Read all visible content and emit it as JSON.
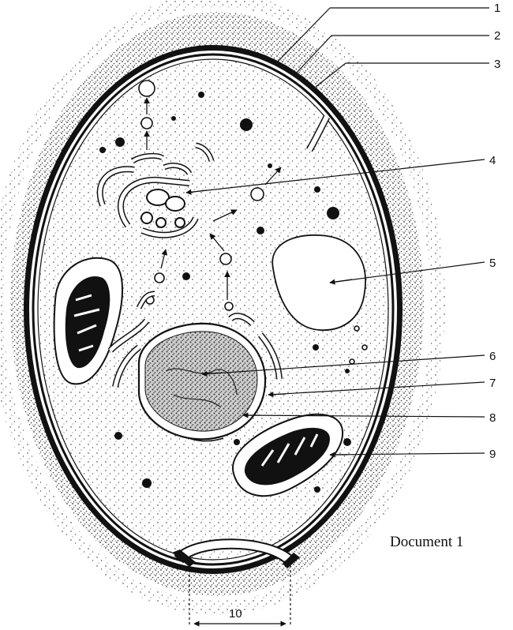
{
  "caption": "Document 1",
  "labels": [
    "1",
    "2",
    "3",
    "4",
    "5",
    "6",
    "7",
    "8",
    "9"
  ],
  "scale_label": "10",
  "colors": {
    "ink": "#111111",
    "paper": "#ffffff"
  }
}
